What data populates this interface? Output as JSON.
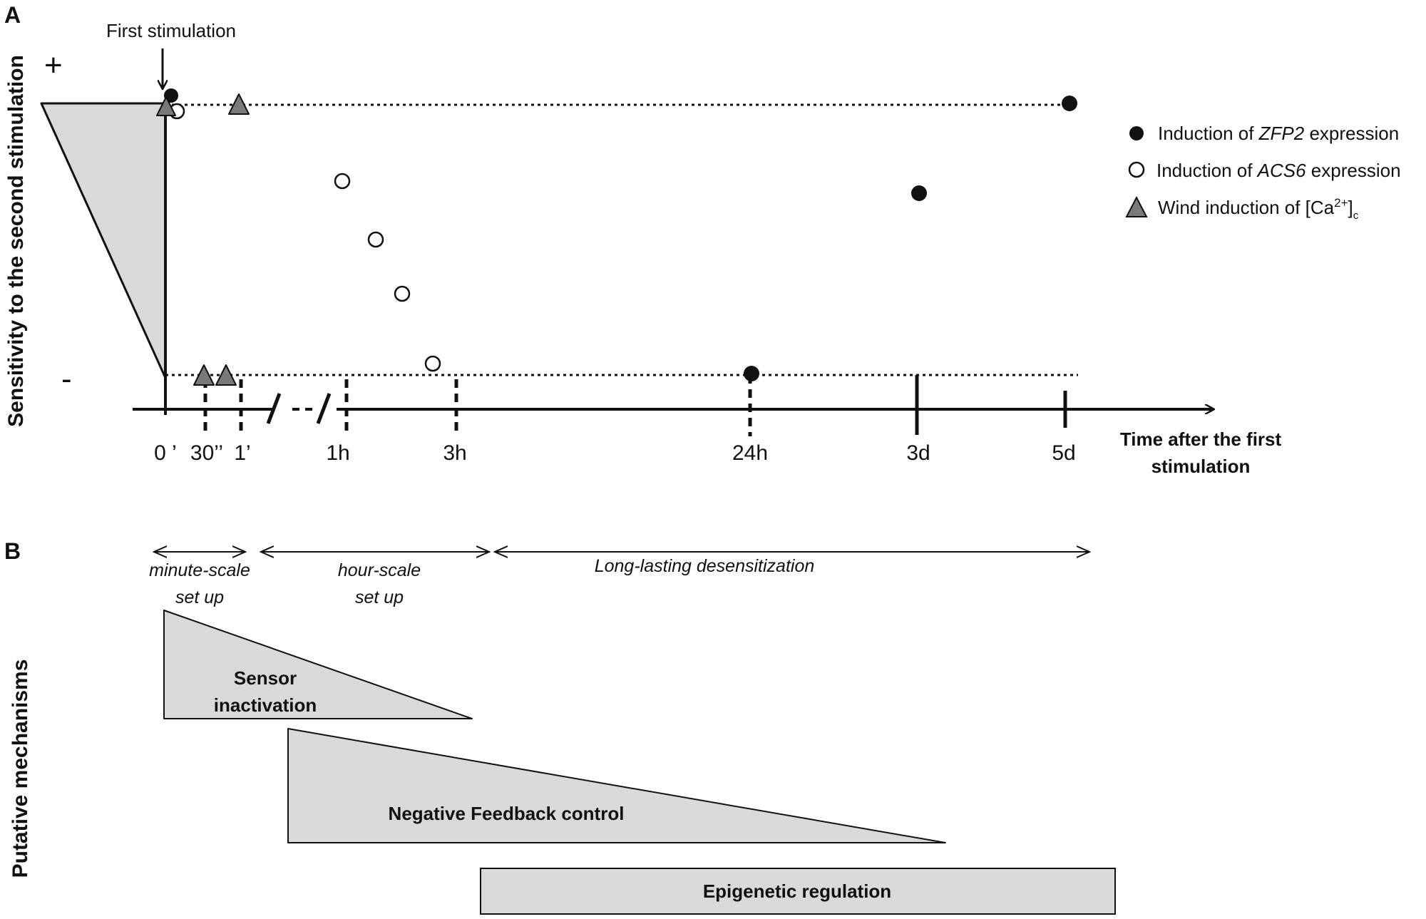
{
  "panels": {
    "a": "A",
    "b": "B"
  },
  "panel_a": {
    "y_axis_label": "Sensitivity to the second stimulation",
    "y_high": "+",
    "y_low": "-",
    "first_stimulation_label": "First stimulation",
    "x_axis_title_line1": "Time after the first",
    "x_axis_title_line2": "stimulation",
    "x_ticks": [
      "0 ’",
      "30’’",
      "1’",
      "1h",
      "3h",
      "24h",
      "3d",
      "5d"
    ],
    "legend": [
      {
        "marker": "filled-circle",
        "prefix": "Induction of ",
        "gene": "ZFP2",
        "suffix": " expression"
      },
      {
        "marker": "open-circle",
        "prefix": "Induction of ",
        "gene": "ACS6",
        "suffix": " expression"
      },
      {
        "marker": "triangle",
        "prefix": "Wind induction of [Ca",
        "sup": "2+",
        "close": "]",
        "sub": "c"
      }
    ],
    "series": {
      "zfp2": {
        "points": [
          [
            "0'",
            "+"
          ],
          [
            "24h",
            "-"
          ],
          [
            "3d",
            "partial"
          ],
          [
            "5d",
            "+"
          ]
        ]
      },
      "acs6": {
        "points": [
          [
            "0'",
            "+"
          ],
          [
            "1h",
            "partial"
          ],
          [
            "~2h",
            "partial"
          ],
          [
            "~2.5h",
            "partial"
          ],
          [
            "~3h",
            "-"
          ]
        ]
      },
      "calcium": {
        "points": [
          [
            "0'",
            "+"
          ],
          [
            "20''",
            "-"
          ],
          [
            "40''",
            "-"
          ],
          [
            "1'",
            "+"
          ]
        ]
      }
    },
    "colors": {
      "fill": "#d9d9d9",
      "triangle": "#7a7a7a",
      "ink": "#111111"
    }
  },
  "panel_b": {
    "y_axis_label": "Putative mechanisms",
    "phases": {
      "minute_line1": "minute-scale",
      "minute_line2": "set up",
      "hour_line1": "hour-scale",
      "hour_line2": "set up",
      "long": "Long-lasting desensitization"
    },
    "mechanisms": {
      "sensor_line1": "Sensor",
      "sensor_line2": "inactivation",
      "feedback": "Negative Feedback control",
      "epigenetic": "Epigenetic regulation"
    }
  }
}
